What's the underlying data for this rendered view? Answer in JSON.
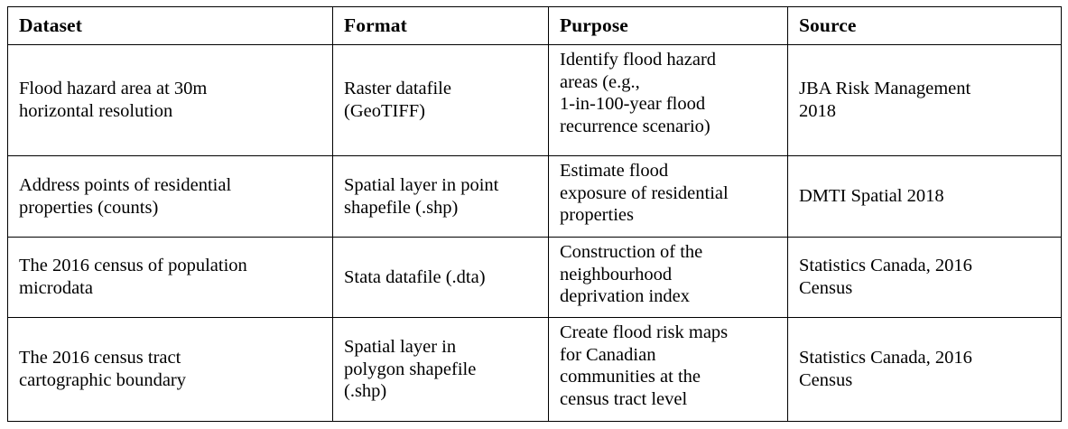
{
  "table": {
    "columns": [
      {
        "key": "dataset",
        "label": "Dataset"
      },
      {
        "key": "format",
        "label": "Format"
      },
      {
        "key": "purpose",
        "label": "Purpose"
      },
      {
        "key": "source",
        "label": "Source"
      }
    ],
    "rows": [
      {
        "dataset": "Flood hazard area at 30m\nhorizontal resolution",
        "format": "Raster datafile\n(GeoTIFF)",
        "purpose": "Identify flood hazard\nareas (e.g.,\n1-in-100-year flood\nrecurrence scenario)",
        "source": "JBA Risk Management\n2018"
      },
      {
        "dataset": "Address points of residential\nproperties (counts)",
        "format": "Spatial layer in point\nshapefile (.shp)",
        "purpose": "Estimate flood\nexposure of residential\nproperties",
        "source": "DMTI Spatial 2018"
      },
      {
        "dataset": "The 2016 census of population\nmicrodata",
        "format": "Stata datafile (.dta)",
        "purpose": "Construction of the\nneighbourhood\ndeprivation index",
        "source": "Statistics Canada, 2016\nCensus"
      },
      {
        "dataset": "The 2016 census tract\ncartographic boundary",
        "format": "Spatial layer in\npolygon shapefile\n(.shp)",
        "purpose": "Create flood risk maps\nfor Canadian\ncommunities at the\ncensus tract level",
        "source": "Statistics Canada, 2016\nCensus"
      }
    ]
  },
  "style": {
    "border_color": "#000000",
    "text_color": "#000000",
    "background": "#ffffff"
  }
}
